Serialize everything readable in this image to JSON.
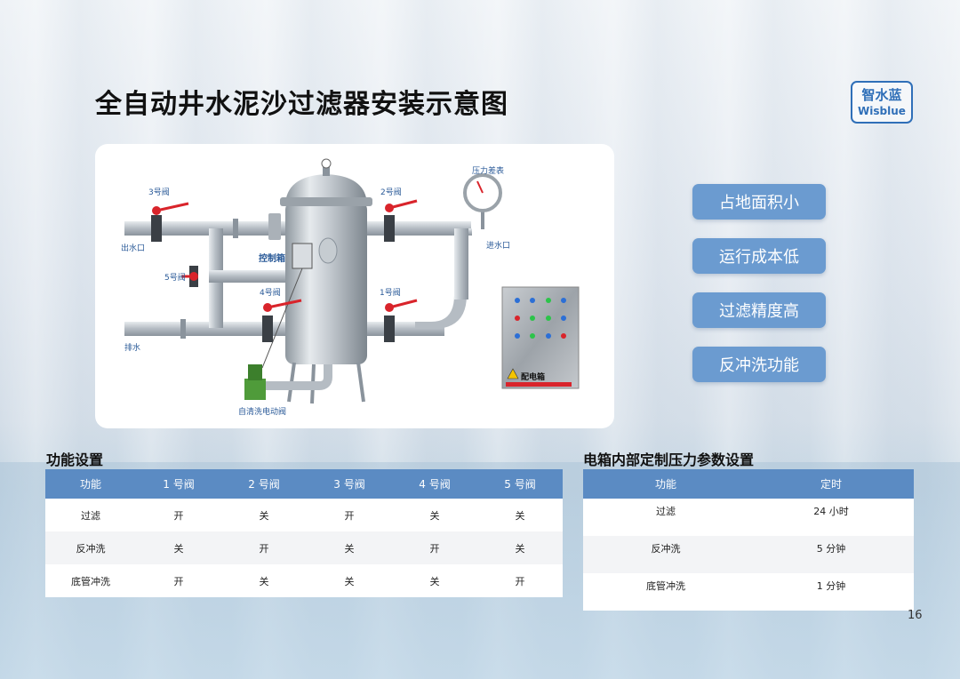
{
  "title": "全自动井水泥沙过滤器安装示意图",
  "logo": {
    "cn": "智水蓝",
    "en": "Wisblue"
  },
  "diagram": {
    "labels": {
      "valve3": "3号阀",
      "valve2": "2号阀",
      "valve5": "5号阀",
      "valve4": "4号阀",
      "valve1": "1号阀",
      "outlet": "出水口",
      "inlet": "进水口",
      "drain": "排水",
      "control_box": "控制箱",
      "pressure_gauge": "压力差表",
      "auto_valve": "自清洗电动阀",
      "electric_box": "配电箱"
    }
  },
  "features": [
    "占地面积小",
    "运行成本低",
    "过滤精度高",
    "反冲洗功能"
  ],
  "function_table": {
    "title": "功能设置",
    "headers": [
      "功能",
      "1 号阀",
      "2 号阀",
      "3 号阀",
      "4 号阀",
      "5 号阀"
    ],
    "rows": [
      [
        "过滤",
        "开",
        "关",
        "开",
        "关",
        "关"
      ],
      [
        "反冲洗",
        "关",
        "开",
        "关",
        "开",
        "关"
      ],
      [
        "底管冲洗",
        "开",
        "关",
        "关",
        "关",
        "开"
      ]
    ]
  },
  "pressure_table": {
    "title": "电箱内部定制压力参数设置",
    "headers": [
      "功能",
      "定时"
    ],
    "rows": [
      [
        "过滤",
        "24 小时"
      ],
      [
        "反冲洗",
        "5 分钟"
      ],
      [
        "底管冲洗",
        "1 分钟"
      ]
    ]
  },
  "page_number": "16",
  "colors": {
    "accent": "#5b8bc3",
    "feature_button": "#6b9bd0",
    "logo": "#2f6fb8",
    "valve_handle": "#d9242b"
  }
}
